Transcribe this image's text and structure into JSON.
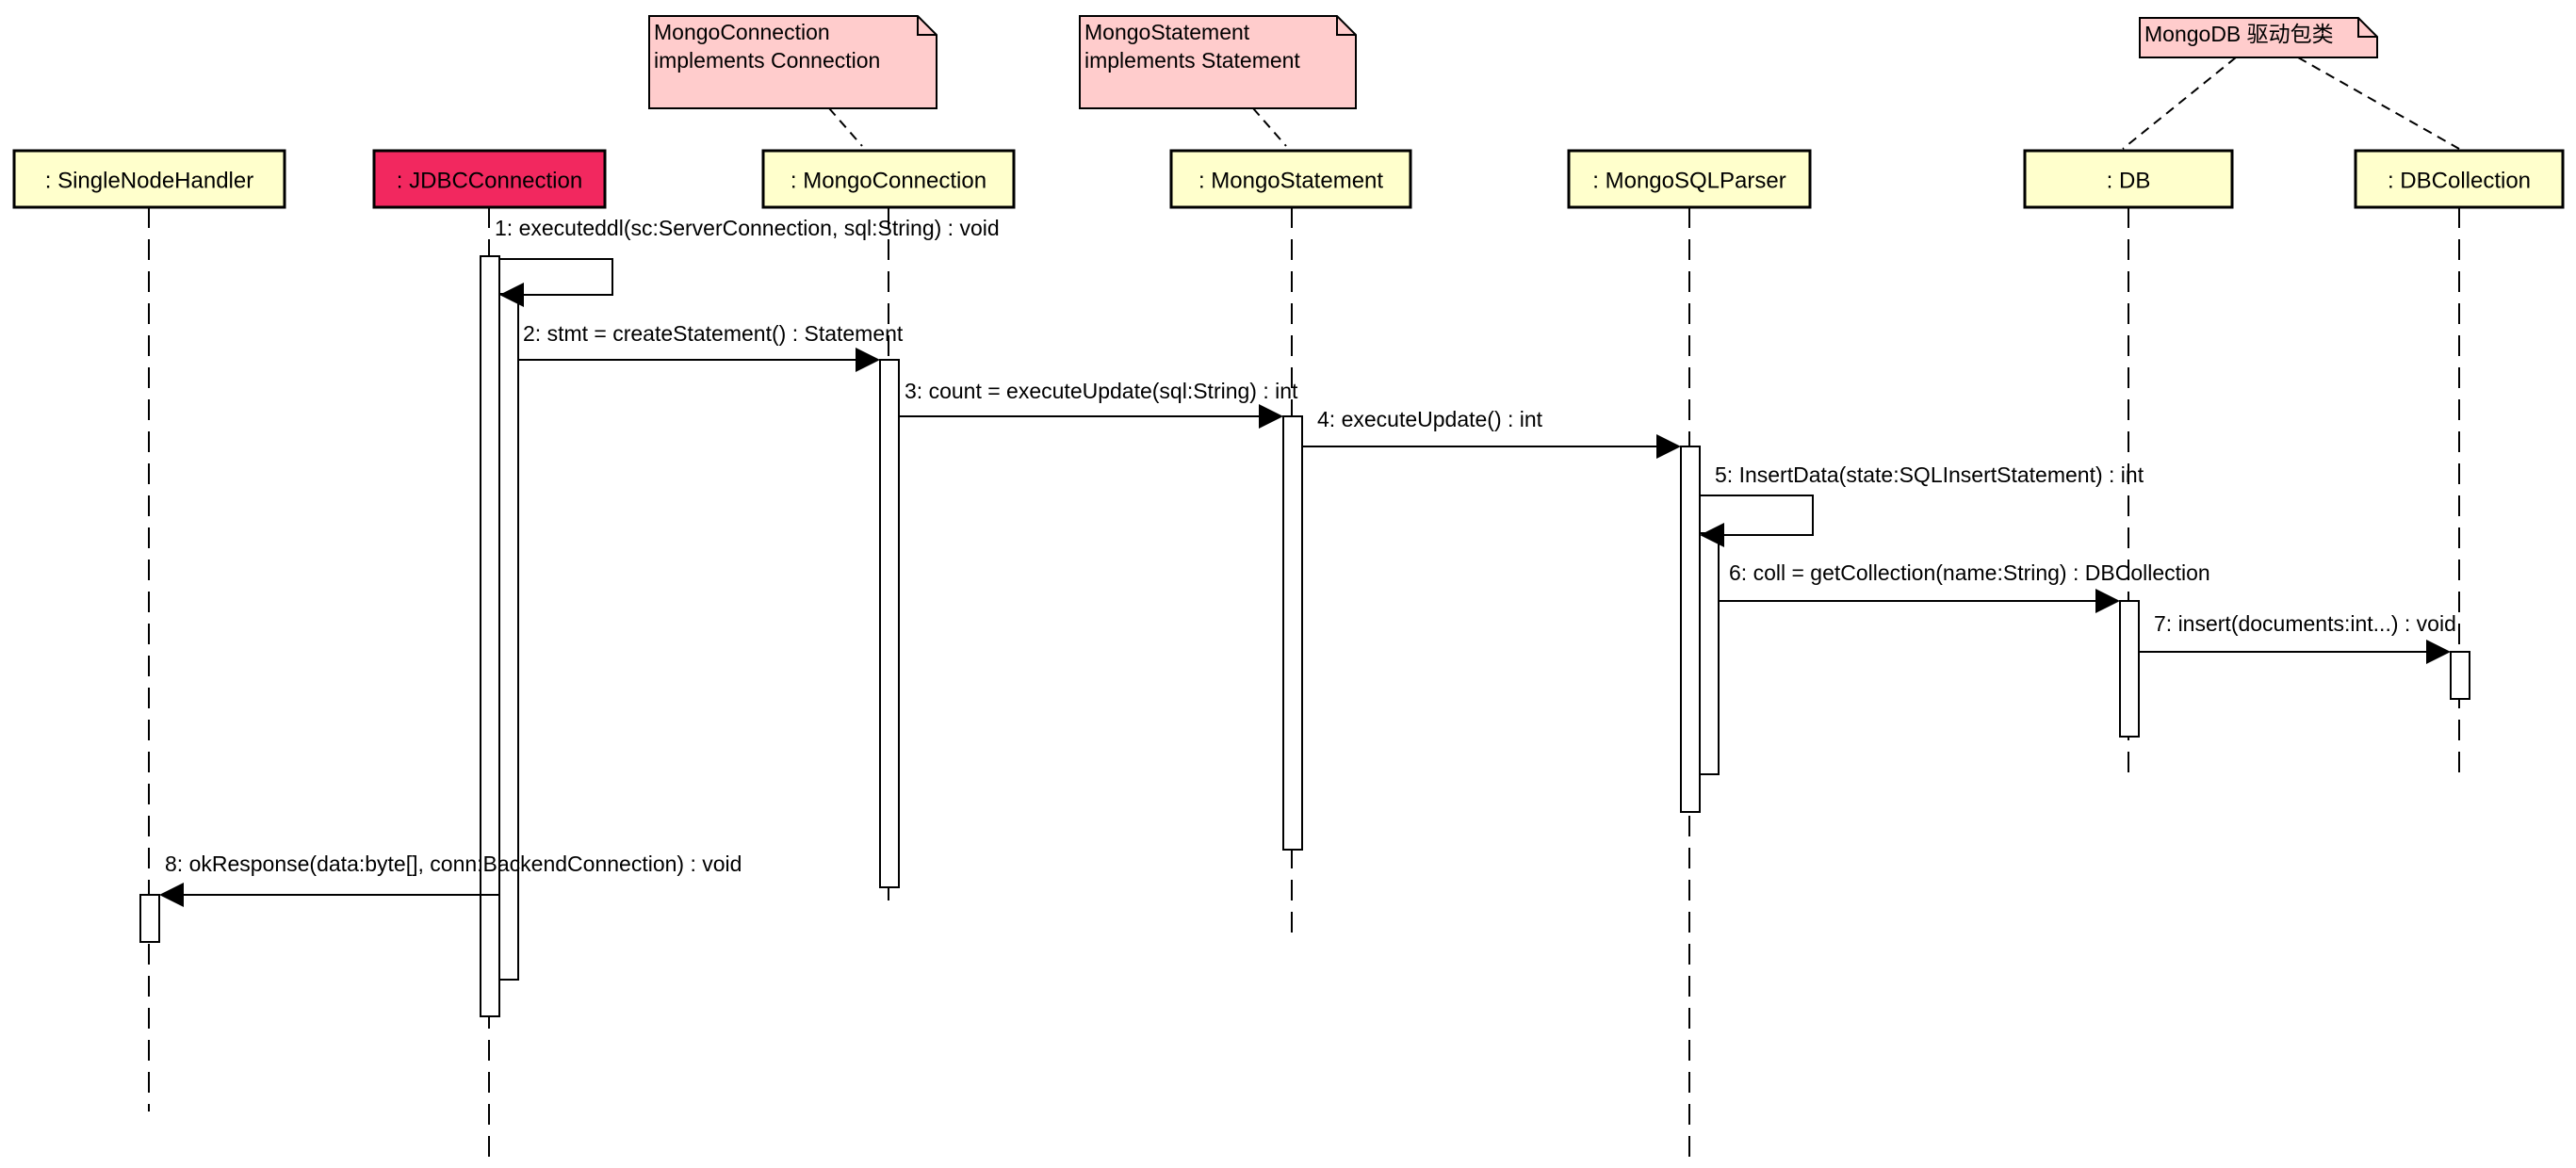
{
  "colors": {
    "participant_fill": "#ffffcc",
    "participant_highlight_fill": "#f2285f",
    "note_fill": "#ffcccc",
    "line": "#000000"
  },
  "participants": [
    {
      "id": "p1",
      "label": ": SingleNodeHandler",
      "highlight": false
    },
    {
      "id": "p2",
      "label": ": JDBCConnection",
      "highlight": true
    },
    {
      "id": "p3",
      "label": ": MongoConnection",
      "highlight": false
    },
    {
      "id": "p4",
      "label": ": MongoStatement",
      "highlight": false
    },
    {
      "id": "p5",
      "label": ": MongoSQLParser",
      "highlight": false
    },
    {
      "id": "p6",
      "label": ": DB",
      "highlight": false
    },
    {
      "id": "p7",
      "label": ": DBCollection",
      "highlight": false
    }
  ],
  "notes": [
    {
      "lines": [
        "MongoConnection",
        "implements Connection"
      ],
      "attached_to": [
        "p3"
      ]
    },
    {
      "lines": [
        "MongoStatement",
        "implements Statement"
      ],
      "attached_to": [
        "p4"
      ]
    },
    {
      "lines": [
        "MongoDB 驱动包类"
      ],
      "attached_to": [
        "p6",
        "p7"
      ]
    }
  ],
  "messages": [
    {
      "label": "1: executeddl(sc:ServerConnection, sql:String) : void",
      "from": "p2",
      "to": "p2"
    },
    {
      "label": "2: stmt = createStatement() : Statement",
      "from": "p2",
      "to": "p3"
    },
    {
      "label": "3: count = executeUpdate(sql:String) : int",
      "from": "p3",
      "to": "p4"
    },
    {
      "label": "4: executeUpdate() : int",
      "from": "p4",
      "to": "p5"
    },
    {
      "label": "5: InsertData(state:SQLInsertStatement) : int",
      "from": "p5",
      "to": "p5"
    },
    {
      "label": "6: coll = getCollection(name:String) : DBCollection",
      "from": "p5",
      "to": "p6"
    },
    {
      "label": "7: insert(documents:int...) : void",
      "from": "p6",
      "to": "p7"
    },
    {
      "label": "8: okResponse(data:byte[], conn:BackendConnection) : void",
      "from": "p2",
      "to": "p1"
    }
  ]
}
